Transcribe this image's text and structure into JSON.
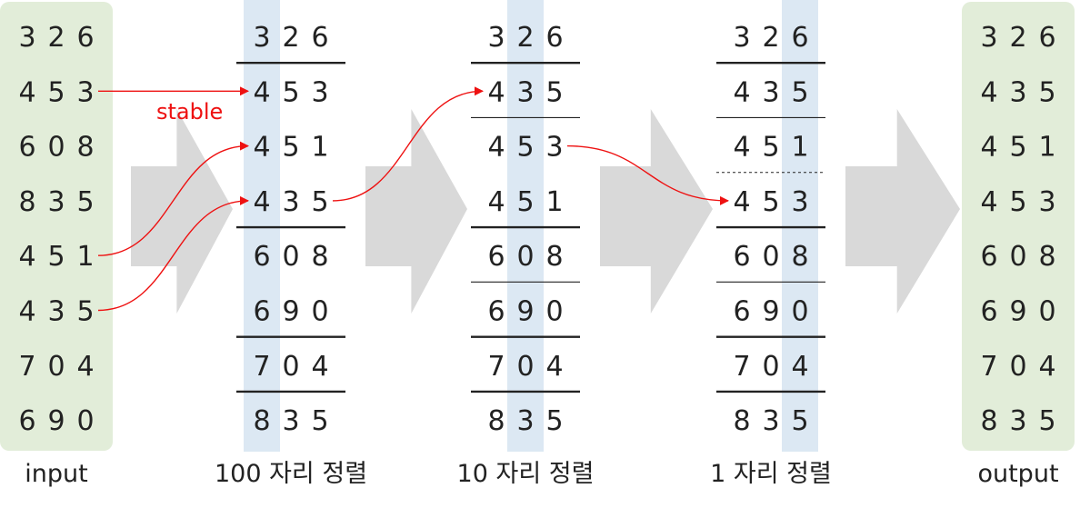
{
  "colors": {
    "io_panel": "#e2edd9",
    "digit_highlight": "#dce8f3",
    "arrow_shape": "#d9d9d9",
    "stable_arrow": "#ee1111",
    "text": "#222222",
    "divider": "#222222"
  },
  "columns": [
    {
      "id": "input",
      "caption": "input",
      "highlight_digit": null,
      "rows": [
        "3 2 6",
        "4 5 3",
        "6 0 8",
        "8 3 5",
        "4 5 1",
        "4 3 5",
        "7 0 4",
        "6 9 0"
      ],
      "dividers": []
    },
    {
      "id": "sort-100",
      "caption": "100 자리 정렬",
      "highlight_digit": 0,
      "rows": [
        "3 2 6",
        "4 5 3",
        "4 5 1",
        "4 3 5",
        "6 0 8",
        "6 9 0",
        "7 0 4",
        "8 3 5"
      ],
      "dividers": [
        {
          "after_row": 0,
          "style": "bold"
        },
        {
          "after_row": 3,
          "style": "bold"
        },
        {
          "after_row": 5,
          "style": "bold"
        },
        {
          "after_row": 6,
          "style": "bold"
        }
      ]
    },
    {
      "id": "sort-10",
      "caption": "10 자리 정렬",
      "highlight_digit": 1,
      "rows": [
        "3 2 6",
        "4 3 5",
        "4 5 3",
        "4 5 1",
        "6 0 8",
        "6 9 0",
        "7 0 4",
        "8 3 5"
      ],
      "dividers": [
        {
          "after_row": 0,
          "style": "bold"
        },
        {
          "after_row": 1,
          "style": "thin"
        },
        {
          "after_row": 3,
          "style": "bold"
        },
        {
          "after_row": 4,
          "style": "thin"
        },
        {
          "after_row": 5,
          "style": "bold"
        },
        {
          "after_row": 6,
          "style": "bold"
        }
      ]
    },
    {
      "id": "sort-1",
      "caption": "1 자리 정렬",
      "highlight_digit": 2,
      "rows": [
        "3 2 6",
        "4 3 5",
        "4 5 1",
        "4 5 3",
        "6 0 8",
        "6 9 0",
        "7 0 4",
        "8 3 5"
      ],
      "dividers": [
        {
          "after_row": 0,
          "style": "bold"
        },
        {
          "after_row": 1,
          "style": "thin"
        },
        {
          "after_row": 2,
          "style": "dashed"
        },
        {
          "after_row": 3,
          "style": "bold"
        },
        {
          "after_row": 4,
          "style": "thin"
        },
        {
          "after_row": 5,
          "style": "bold"
        },
        {
          "after_row": 6,
          "style": "bold"
        }
      ]
    },
    {
      "id": "output",
      "caption": "output",
      "highlight_digit": null,
      "rows": [
        "3 2 6",
        "4 3 5",
        "4 5 1",
        "4 5 3",
        "6 0 8",
        "6 9 0",
        "7 0 4",
        "8 3 5"
      ],
      "dividers": []
    }
  ],
  "stable_label": "stable",
  "stable_arrows": [
    {
      "from_column": 0,
      "from_row": 1,
      "to_column": 1,
      "to_row": 1
    },
    {
      "from_column": 0,
      "from_row": 4,
      "to_column": 1,
      "to_row": 2
    },
    {
      "from_column": 0,
      "from_row": 5,
      "to_column": 1,
      "to_row": 3
    },
    {
      "from_column": 1,
      "from_row": 3,
      "to_column": 2,
      "to_row": 1
    },
    {
      "from_column": 2,
      "from_row": 2,
      "to_column": 3,
      "to_row": 3
    }
  ],
  "flow_arrows": [
    {
      "between_columns": [
        0,
        1
      ]
    },
    {
      "between_columns": [
        1,
        2
      ]
    },
    {
      "between_columns": [
        2,
        3
      ]
    },
    {
      "between_columns": [
        3,
        4
      ]
    }
  ]
}
